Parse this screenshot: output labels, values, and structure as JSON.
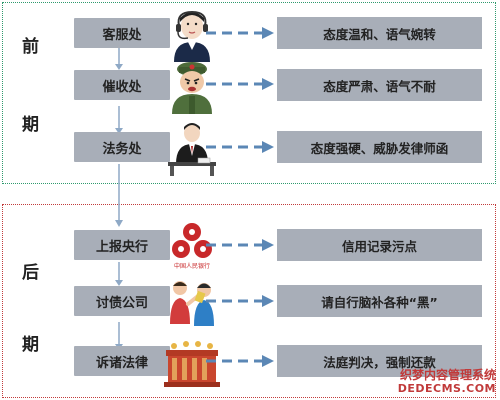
{
  "phases": {
    "early": [
      "前",
      "期"
    ],
    "late": [
      "后",
      "期"
    ]
  },
  "rows": [
    {
      "left": "客服处",
      "right": "态度温和、语气婉转",
      "icon": "customer-service-agent-icon"
    },
    {
      "left": "催收处",
      "right": "态度严肃、语气不耐",
      "icon": "collector-soldier-icon"
    },
    {
      "left": "法务处",
      "right": "态度强硬、威胁发律师函",
      "icon": "lawyer-at-desk-icon"
    },
    {
      "left": "上报央行",
      "right": "信用记录污点",
      "icon": "central-bank-logo-icon",
      "logo_text": "中国人民银行"
    },
    {
      "left": "讨债公司",
      "right": "请自行脑补各种“黑”",
      "icon": "debt-collector-fight-icon"
    },
    {
      "left": "诉诸法律",
      "right": "法庭判决，强制还款",
      "icon": "court-building-icon"
    }
  ],
  "watermark": {
    "line1": "织梦内容管理系统",
    "line2": "DEDECMS.COM"
  },
  "colors": {
    "box": "#a8aeb8",
    "arrow": "#5b87b5",
    "early_frame": "#2f9a6e",
    "late_frame": "#c23b3b"
  }
}
